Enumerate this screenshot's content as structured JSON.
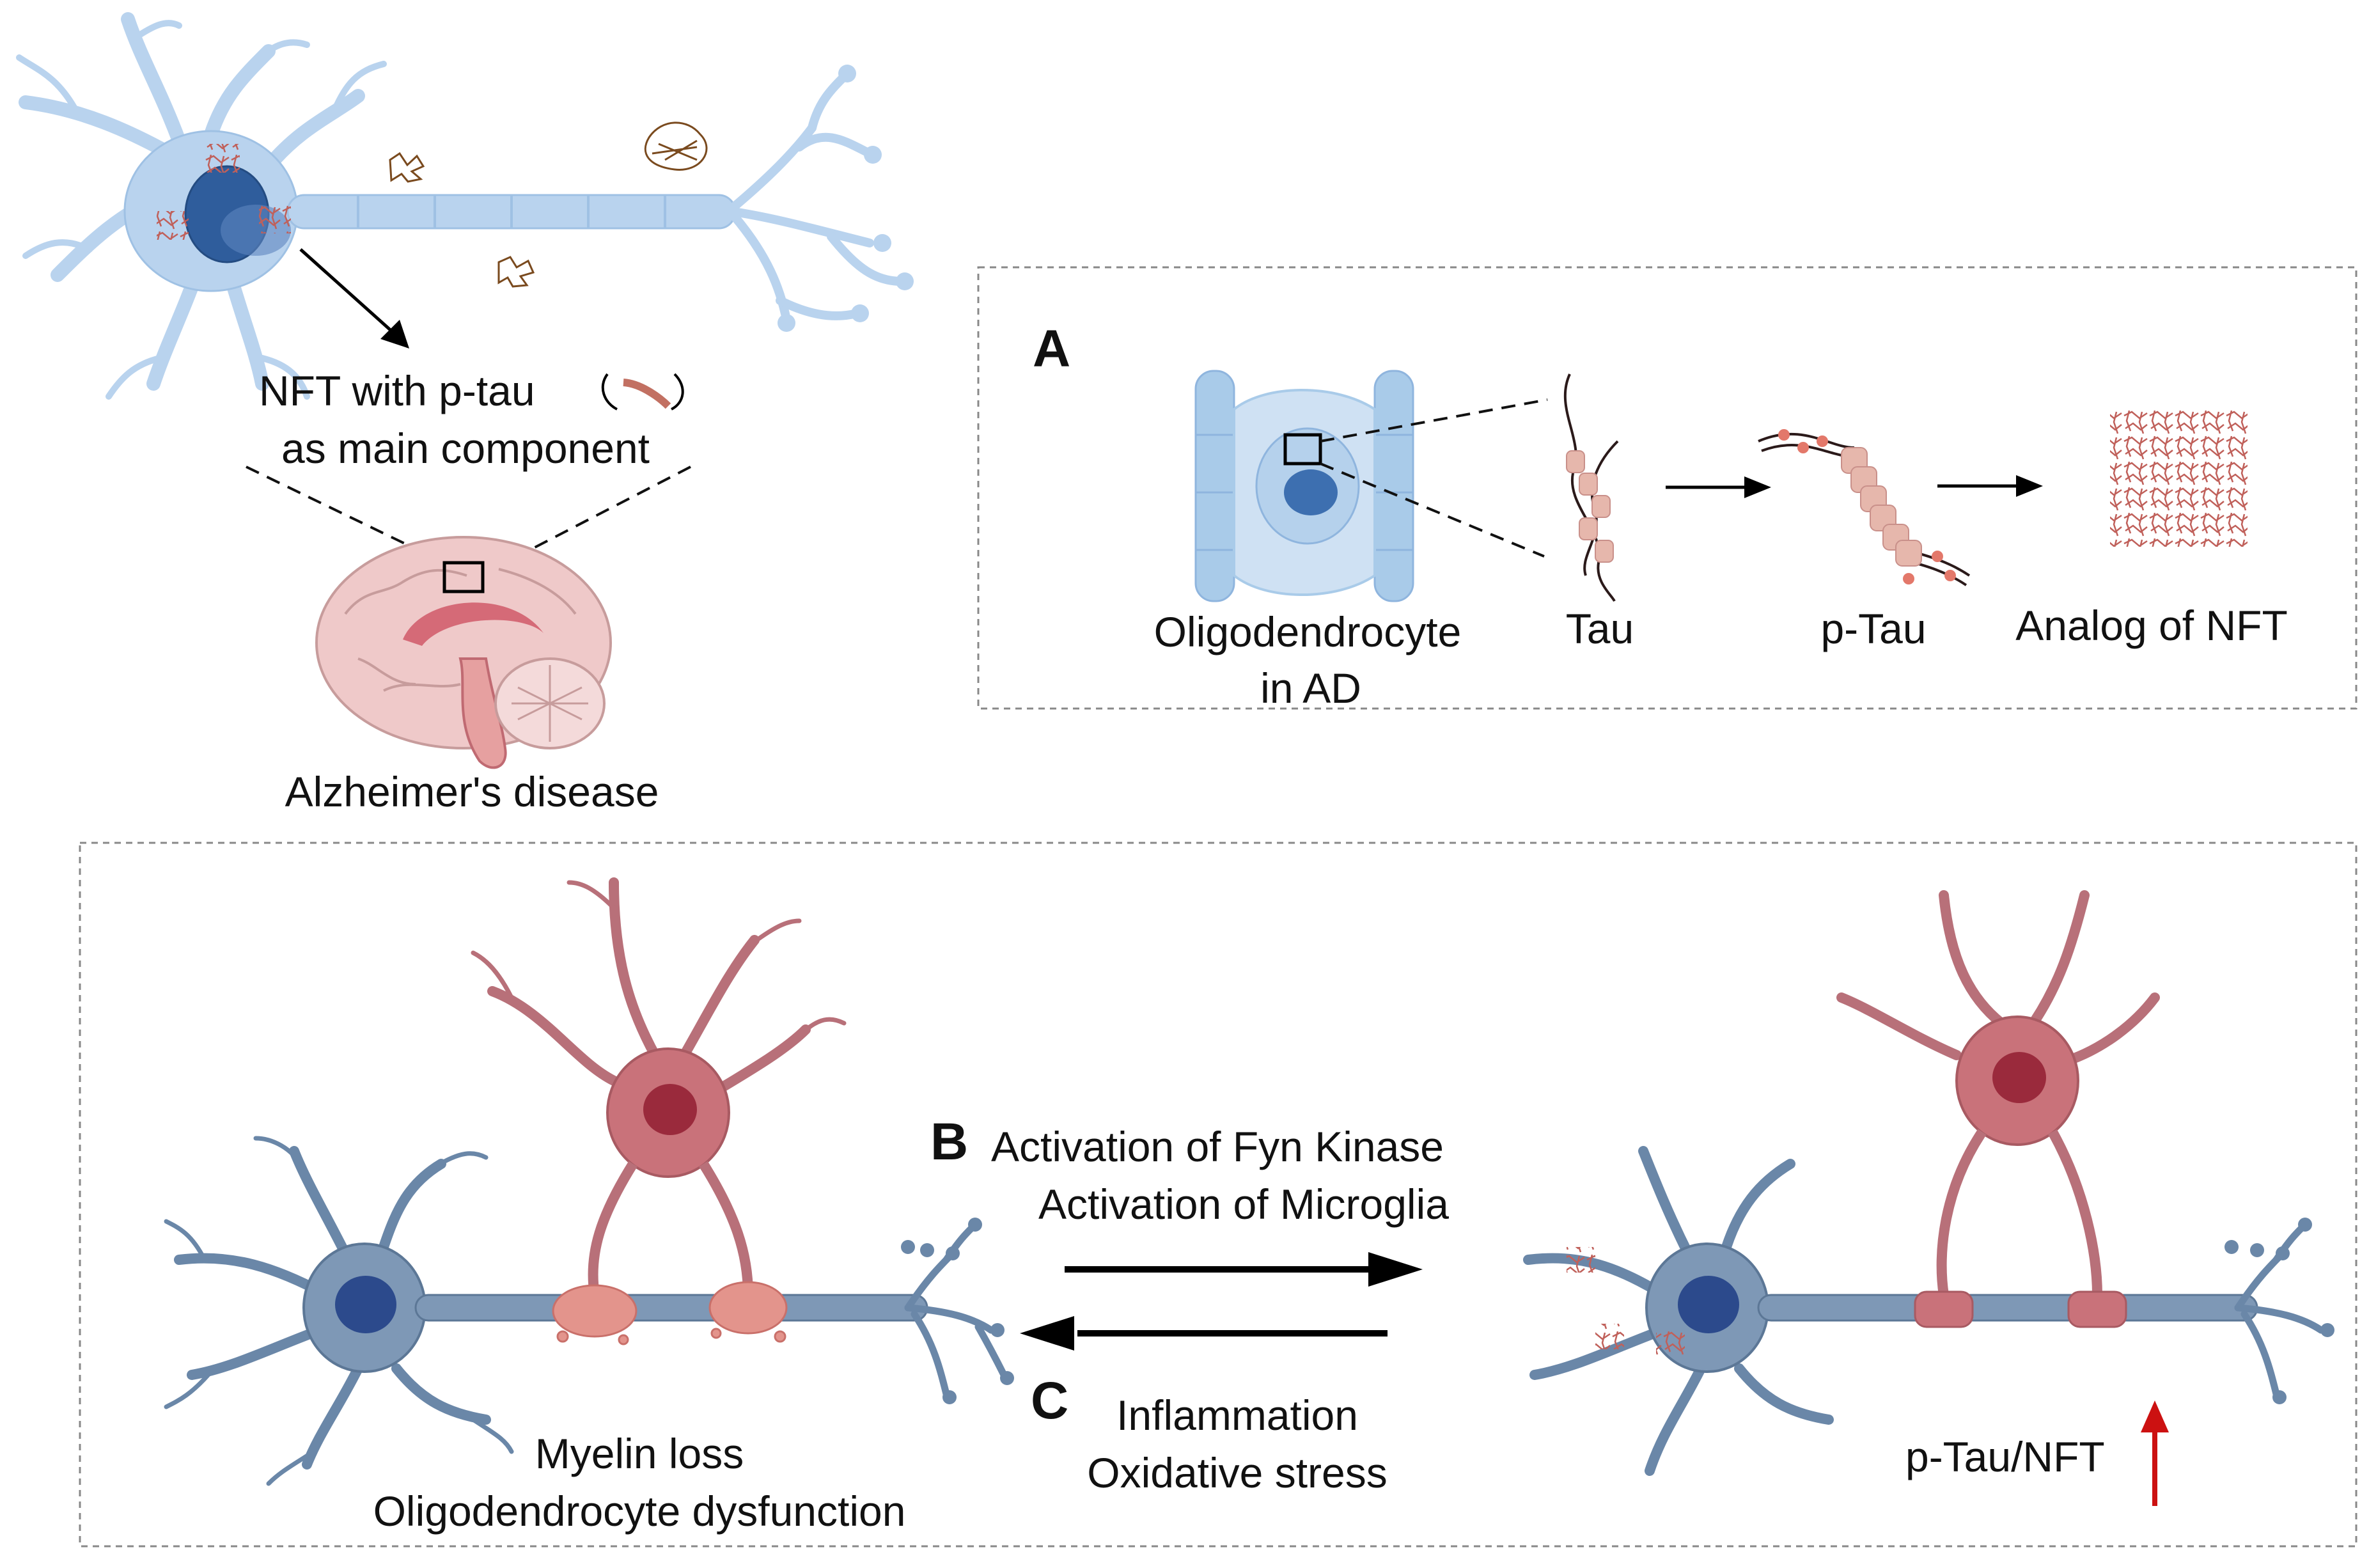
{
  "top_figure": {
    "nft_label_line1": "NFT with p-tau",
    "nft_label_line2": "as main component",
    "brain_caption": "Alzheimer's disease"
  },
  "panel_a": {
    "letter": "A",
    "oligo_line1": "Oligodendrocyte",
    "oligo_line2": "in AD",
    "tau": "Tau",
    "ptau": "p-Tau",
    "nft_analog": "Analog of NFT"
  },
  "panel_bc": {
    "letter_b": "B",
    "b_line1": "Activation of Fyn Kinase",
    "b_line2": "Activation of Microglia",
    "letter_c": "C",
    "c_line1": "Inflammation",
    "c_line2": "Oxidative stress",
    "left_line1": "Myelin loss",
    "left_line2": "Oligodendrocyte dysfunction",
    "right_label": "p-Tau/NFT"
  },
  "colors": {
    "neuron_light": "#b9d3ee",
    "neuron_dark": "#6a87a8",
    "oligo_red": "#c9727a",
    "nucleus_blue": "#2f5d9c",
    "tangle_brown": "#7a4a1e",
    "up_arrow": "#cc1111"
  }
}
